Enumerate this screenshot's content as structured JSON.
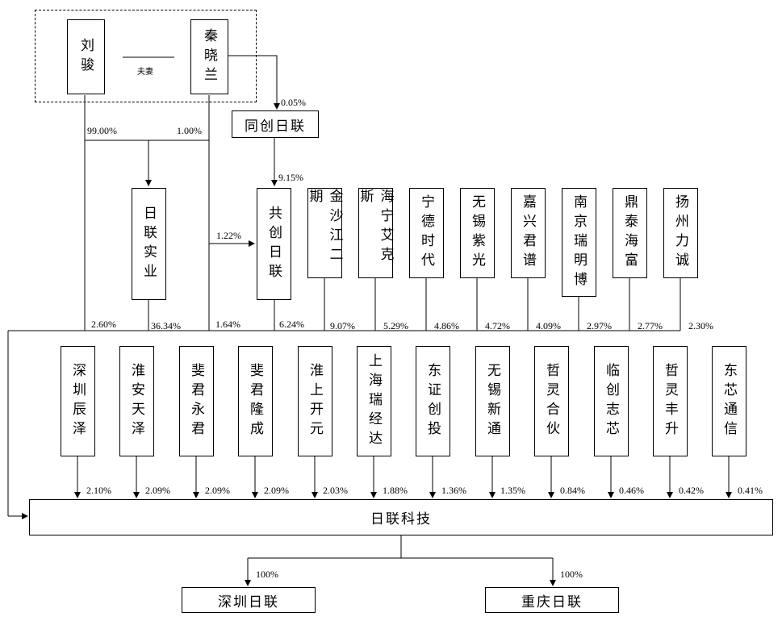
{
  "founders": {
    "person_a": "刘骏",
    "person_b": "秦晓兰",
    "relation": "夫妻"
  },
  "entities": {
    "tongchuang": "同创日联",
    "rilian_shiye": "日联实业",
    "gongchuang": "共创日联",
    "main": "日联科技",
    "sub_shenzhen": "深圳日联",
    "sub_chongqing": "重庆日联"
  },
  "row1": [
    "金沙江二期",
    "海宁艾克斯",
    "宁德时代",
    "无锡紫光",
    "嘉兴君谱",
    "南京瑞明博",
    "鼎泰海富",
    "扬州力诚"
  ],
  "row2": [
    "深圳辰泽",
    "淮安天泽",
    "斐君永君",
    "斐君隆成",
    "淮上开元",
    "上海瑞经达",
    "东证创投",
    "无锡新通",
    "哲灵合伙",
    "临创志芯",
    "哲灵丰升",
    "东芯通信"
  ],
  "labels": {
    "qin_tongchuang": "0.05%",
    "liu_shiye": "99.00%",
    "qin_shiye": "1.00%",
    "tongchuang_gongchuang": "9.15%",
    "qin_gongchuang": "1.22%",
    "liu_main": "2.60%",
    "shiye_main": "36.34%",
    "qin_main": "1.64%",
    "gongchuang_main": "6.24%",
    "row1_pct": [
      "9.07%",
      "5.29%",
      "4.86%",
      "4.72%",
      "4.09%",
      "2.97%",
      "2.77%",
      "2.30%"
    ],
    "row2_pct": [
      "2.10%",
      "2.09%",
      "2.09%",
      "2.09%",
      "2.03%",
      "1.88%",
      "1.36%",
      "1.35%",
      "0.84%",
      "0.46%",
      "0.42%",
      "0.41%"
    ],
    "main_shenzhen": "100%",
    "main_chongqing": "100%"
  }
}
